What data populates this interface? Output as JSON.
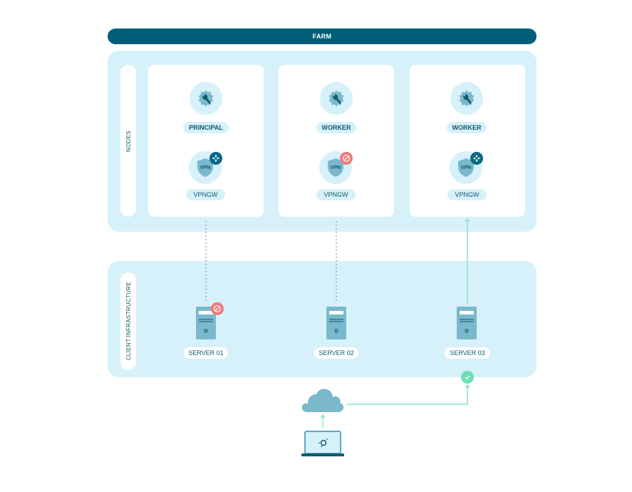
{
  "farm": {
    "title": "FARM"
  },
  "sections": {
    "nodes_label": "NODES",
    "client_label": "CLIENT INFRASTRUCTURE"
  },
  "nodes": [
    {
      "role": "PRINCIPAL",
      "role_icon": "gear-wrench-icon",
      "gateway": "VPNGW",
      "gateway_icon": "vpn-shield-icon",
      "vpn_text": "VPN",
      "status": "connected",
      "status_icon": "network-arrows-icon"
    },
    {
      "role": "WORKER",
      "role_icon": "gear-wrench-icon",
      "gateway": "VPNGW",
      "gateway_icon": "vpn-shield-icon",
      "vpn_text": "VPN",
      "status": "blocked",
      "status_icon": "prohibited-icon"
    },
    {
      "role": "WORKER",
      "role_icon": "gear-wrench-icon",
      "gateway": "VPNGW",
      "gateway_icon": "vpn-shield-icon",
      "vpn_text": "VPN",
      "status": "connected",
      "status_icon": "network-arrows-icon"
    }
  ],
  "servers": [
    {
      "label": "SERVER 01",
      "status": "blocked",
      "status_icon": "prohibited-icon",
      "link": "dotted"
    },
    {
      "label": "SERVER 02",
      "status": "none",
      "link": "dotted"
    },
    {
      "label": "SERVER 03",
      "status": "ok",
      "status_icon": "check-icon",
      "link": "arrow"
    }
  ],
  "client": {
    "cloud_icon": "cloud-icon",
    "laptop_icon": "laptop-icon"
  },
  "colors": {
    "primary": "#005f78",
    "panel": "#d7f1fa",
    "icon": "#7ab8cc",
    "connection": "#7fe3c3",
    "blocked": "#ef7a7a",
    "ok": "#6ce0b4"
  }
}
